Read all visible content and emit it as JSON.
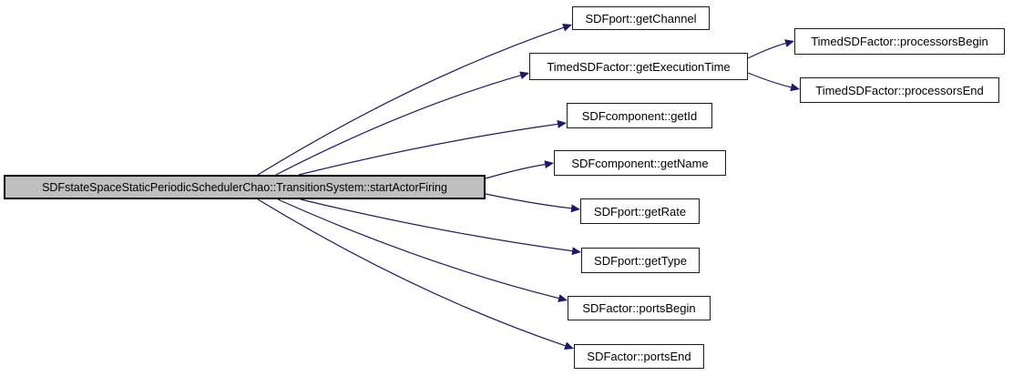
{
  "diagram": {
    "type": "call-graph",
    "colors": {
      "edge": "#191970",
      "node_border": "#1a1a1a",
      "highlight_fill": "#bfbfbf",
      "background": "#ffffff"
    },
    "nodes": [
      {
        "id": "main",
        "label": "SDFstateSpaceStaticPeriodicSchedulerChao::TransitionSystem::startActorFiring",
        "highlighted": true
      },
      {
        "id": "getChannel",
        "label": "SDFport::getChannel"
      },
      {
        "id": "getExecutionTime",
        "label": "TimedSDFactor::getExecutionTime"
      },
      {
        "id": "getId",
        "label": "SDFcomponent::getId"
      },
      {
        "id": "getName",
        "label": "SDFcomponent::getName"
      },
      {
        "id": "getRate",
        "label": "SDFport::getRate"
      },
      {
        "id": "getType",
        "label": "SDFport::getType"
      },
      {
        "id": "portsBegin",
        "label": "SDFactor::portsBegin"
      },
      {
        "id": "portsEnd",
        "label": "SDFactor::portsEnd"
      },
      {
        "id": "processorsBegin",
        "label": "TimedSDFactor::processorsBegin"
      },
      {
        "id": "processorsEnd",
        "label": "TimedSDFactor::processorsEnd"
      }
    ],
    "edges": [
      {
        "from": "main",
        "to": "getChannel"
      },
      {
        "from": "main",
        "to": "getExecutionTime"
      },
      {
        "from": "main",
        "to": "getId"
      },
      {
        "from": "main",
        "to": "getName"
      },
      {
        "from": "main",
        "to": "getRate"
      },
      {
        "from": "main",
        "to": "getType"
      },
      {
        "from": "main",
        "to": "portsBegin"
      },
      {
        "from": "main",
        "to": "portsEnd"
      },
      {
        "from": "getExecutionTime",
        "to": "processorsBegin"
      },
      {
        "from": "getExecutionTime",
        "to": "processorsEnd"
      }
    ]
  }
}
